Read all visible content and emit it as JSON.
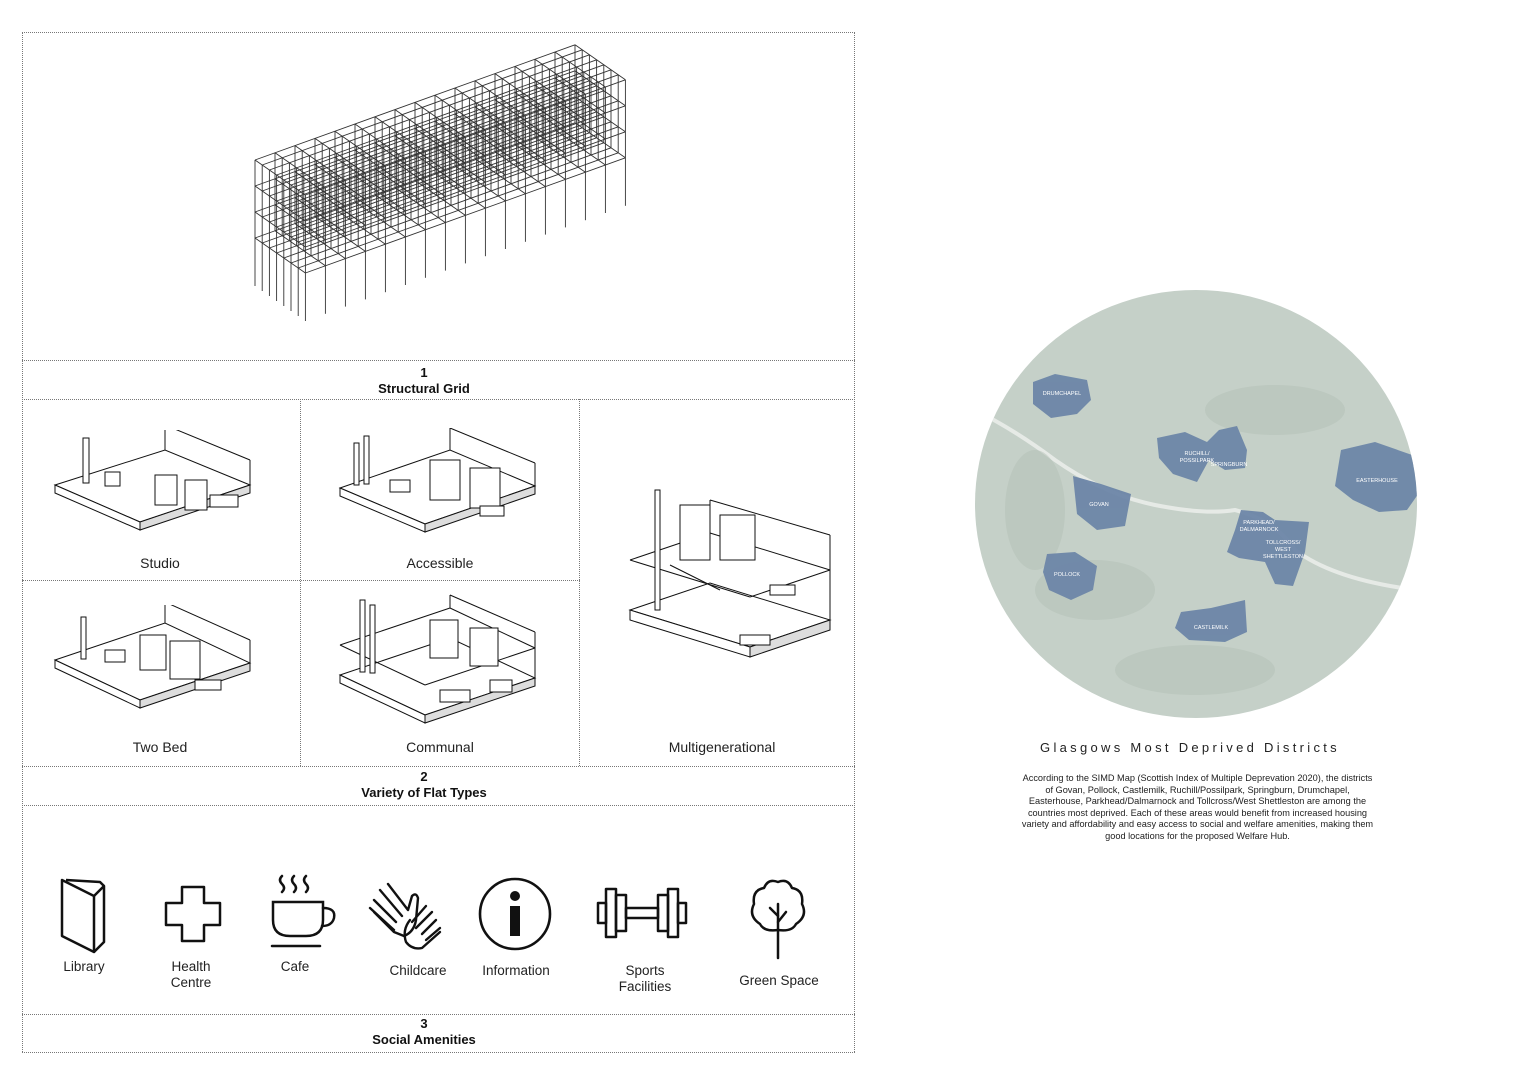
{
  "structural_grid": {
    "number": "1",
    "title": "Structural Grid"
  },
  "flat_types": {
    "number": "2",
    "title": "Variety of Flat Types",
    "items": [
      "Studio",
      "Accessible",
      "Two Bed",
      "Communal",
      "Multigenerational"
    ]
  },
  "social_amenities": {
    "number": "3",
    "title": "Social Amenities",
    "items": [
      {
        "label": "Library",
        "icon": "book-icon"
      },
      {
        "label": "Health\nCentre",
        "icon": "health-cross-icon"
      },
      {
        "label": "Cafe",
        "icon": "coffee-cup-icon"
      },
      {
        "label": "Childcare",
        "icon": "hands-icon"
      },
      {
        "label": "Information",
        "icon": "information-icon"
      },
      {
        "label": "Sports\nFacilities",
        "icon": "dumbbell-icon"
      },
      {
        "label": "Green Space",
        "icon": "tree-icon"
      }
    ]
  },
  "map": {
    "title": "Glasgows Most Deprived Districts",
    "description": "According to the SIMD Map (Scottish Index of Multiple Deprevation 2020), the districts of Govan, Pollock, Castlemilk, Ruchill/Possilpark, Springburn, Drumchapel, Easterhouse, Parkhead/Dalmarnock and Tollcross/West Shettleston are among the countries most deprived. Each of these areas would benefit from increased housing variety and affordability and easy access to social and welfare amenities, making them good locations for the proposed Welfare Hub.",
    "districts": {
      "drumchapel": "DRUMCHAPEL",
      "ruchill": "RUCHILL/",
      "possilpark": "POSSILPARK",
      "springburn": "SPRINGBURN",
      "easterhouse": "EASTERHOUSE",
      "govan": "GOVAN",
      "parkhead": "PARKHEAD/",
      "dalmarnock": "DALMARNOCK",
      "tollcross": "TOLLCROSS/",
      "west": "WEST",
      "shettleston": "SHETTLESTON",
      "pollock": "POLLOCK",
      "castlemilk": "CASTLEMILK"
    },
    "colors": {
      "land": "#c5d0c8",
      "district": "#6d86a8",
      "river": "#eef0ee"
    }
  }
}
